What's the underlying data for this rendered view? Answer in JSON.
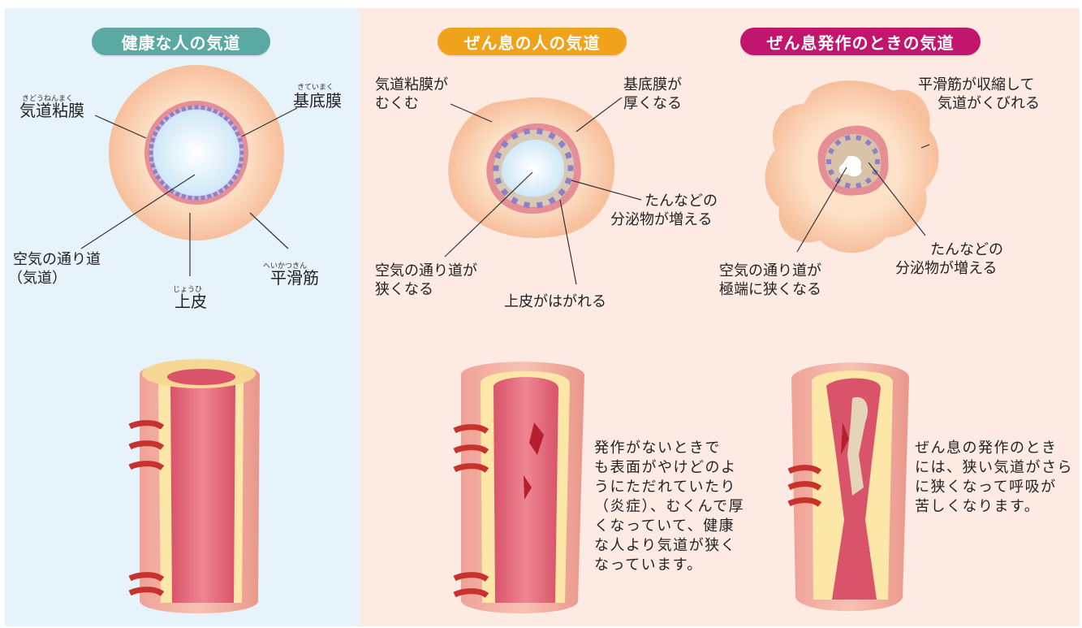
{
  "sections": {
    "healthy": {
      "title": "健康な人の気道",
      "color": "#5aa9a3"
    },
    "asthma": {
      "title": "ぜん息の人の気道",
      "color": "#f0a21c"
    },
    "attack": {
      "title": "ぜん息発作のときの気道",
      "color": "#c2156e"
    }
  },
  "healthy_labels": {
    "mucosa_ruby": "きどうねんまく",
    "mucosa": "気道粘膜",
    "basement_ruby": "きていまく",
    "basement": "基底膜",
    "airway_1": "空気の通り道",
    "airway_2": "（気道）",
    "muscle_ruby": "へいかつきん",
    "muscle": "平滑筋",
    "epithelium_ruby": "じょうひ",
    "epithelium": "上皮"
  },
  "asthma_labels": {
    "mucosa_1": "気道粘膜が",
    "mucosa_2": "むくむ",
    "basement_1": "基底膜が",
    "basement_2": "厚くなる",
    "sputum_1": "たんなどの",
    "sputum_2": "分泌物が増える",
    "airway_1": "空気の通り道が",
    "airway_2": "狭くなる",
    "epithelium": "上皮がはがれる"
  },
  "attack_labels": {
    "muscle_1": "平滑筋が収縮して",
    "muscle_2": "気道がくびれる",
    "sputum_1": "たんなどの",
    "sputum_2": "分泌物が増える",
    "airway_1": "空気の通り道が",
    "airway_2": "極端に狭くなる"
  },
  "descriptions": {
    "asthma": [
      "発作がないときで",
      "も表面がやけどのよ",
      "うにただれていたり",
      "（炎症）、むくんで厚",
      "くなっていて、健康",
      "な人より気道が狭く",
      "なっています。"
    ],
    "attack": [
      "ぜん息の発作のとき",
      "には、狭い気道がさら",
      "に狭くなって呼吸が",
      "苦しくなります。"
    ]
  }
}
